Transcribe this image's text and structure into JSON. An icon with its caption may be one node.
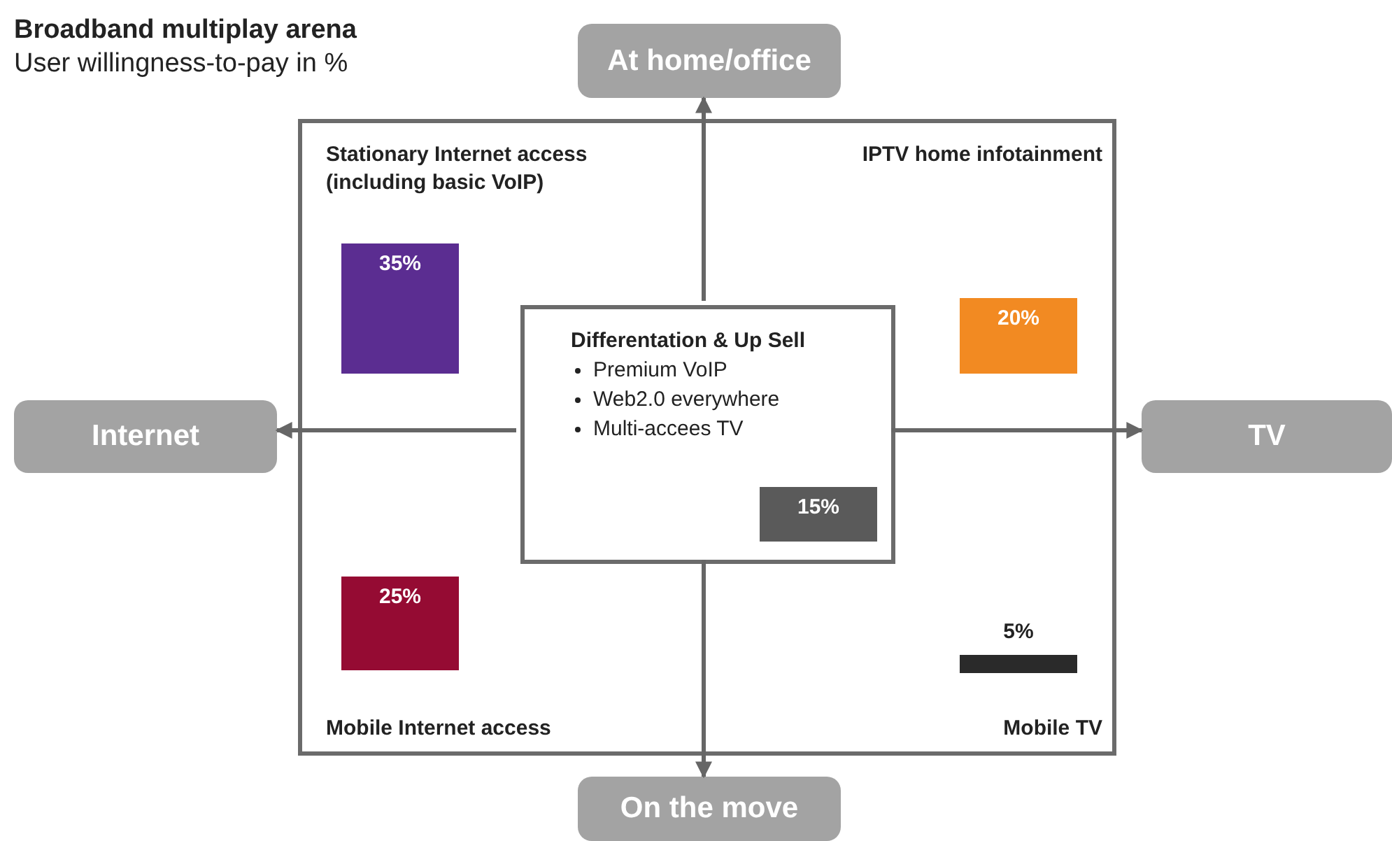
{
  "diagram": {
    "title": "Broadband multiplay arena",
    "caption": "User willingness-to-pay in %",
    "nodes": [
      {
        "text": [],
        "shape": "box"
      },
      {
        "text": [
          "At home/office"
        ]
      },
      {
        "text": [
          "Internet"
        ]
      },
      {
        "text": [
          "TV"
        ]
      },
      {
        "text": [
          "On the move"
        ]
      },
      {
        "text": [
          "Differentation & Up Sell",
          "Premium VoIP",
          "Web2.0 everywhere",
          "Multi-accees TV"
        ],
        "in": 0
      },
      {
        "text": [
          "35%"
        ],
        "in": 0
      },
      {
        "text": [
          "20%"
        ],
        "in": 0
      },
      {
        "text": [
          "25%"
        ],
        "in": 0
      },
      {
        "text": [
          "5%"
        ],
        "in": 0
      },
      {
        "text": [
          "15%"
        ],
        "in": 5
      }
    ],
    "edges": [
      {
        "from": 5,
        "to": 1,
        "arrow": "to"
      },
      {
        "from": 5,
        "to": 2,
        "arrow": "to"
      },
      {
        "from": 5,
        "to": 3,
        "arrow": "to"
      },
      {
        "from": 5,
        "to": 4,
        "arrow": "to"
      }
    ],
    "labels": [
      "Stationary Internet access (including basic VoIP)",
      "IPTV home infotainment",
      "Mobile Internet access",
      "Mobile TV"
    ]
  }
}
